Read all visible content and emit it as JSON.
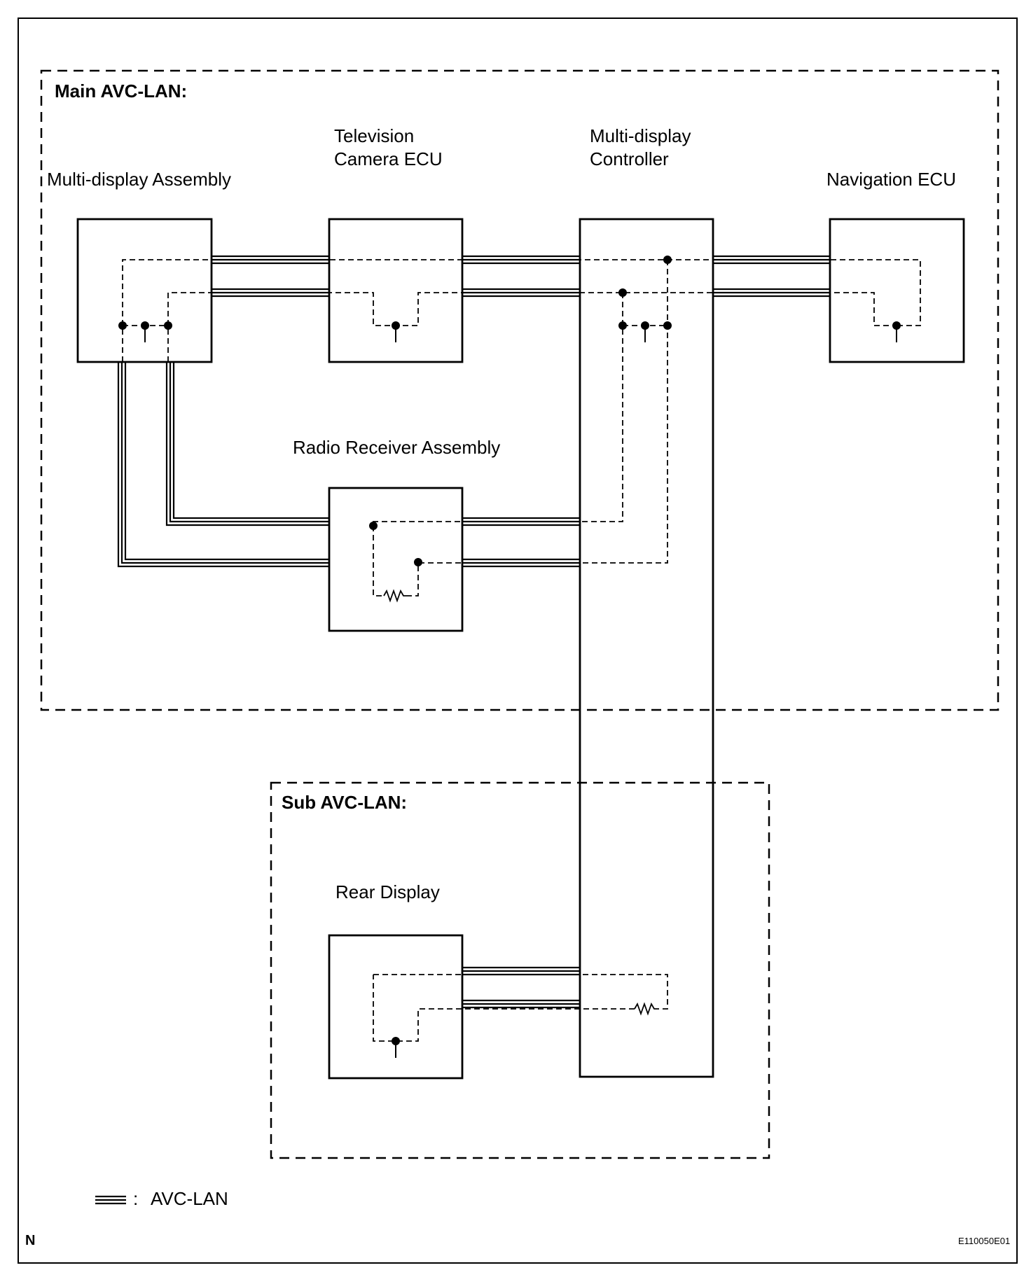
{
  "groups": {
    "main": "Main AVC-LAN:",
    "sub": "Sub AVC-LAN:"
  },
  "components": {
    "multi_display_assembly": "Multi-display Assembly",
    "television_camera_ecu": "Television\nCamera ECU",
    "multi_display_controller": "Multi-display\nController",
    "navigation_ecu": "Navigation ECU",
    "radio_receiver_assembly": "Radio Receiver Assembly",
    "rear_display": "Rear Display"
  },
  "legend": {
    "separator": ":",
    "label": "AVC-LAN"
  },
  "footer": {
    "left_mark": "N",
    "figure_code": "E110050E01"
  }
}
